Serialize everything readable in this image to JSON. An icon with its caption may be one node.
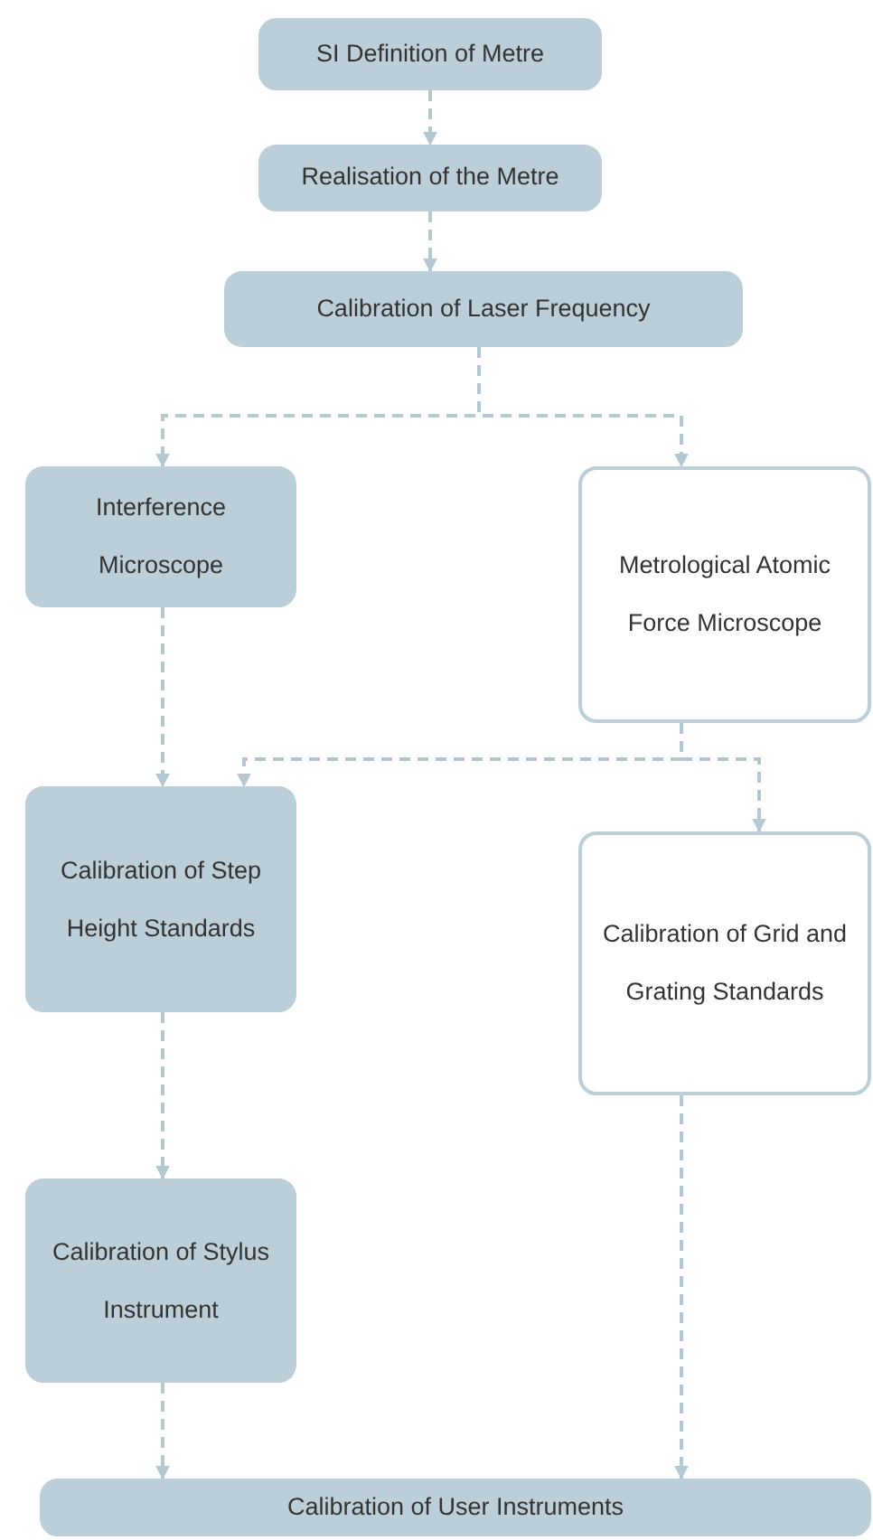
{
  "diagram": {
    "nodes": [
      {
        "text": [
          "SI Definition of Metre"
        ]
      },
      {
        "text": [
          "Realisation of the Metre"
        ]
      },
      {
        "text": [
          "Calibration of Laser Frequency"
        ]
      },
      {
        "text": [
          "Interference Microscope"
        ]
      },
      {
        "text": [
          "Metrological Atomic Force Microscope"
        ]
      },
      {
        "text": [
          "Calibration of Step Height Standards"
        ]
      },
      {
        "text": [
          "Calibration of Grid and Grating Standards"
        ]
      },
      {
        "text": [
          "Calibration of Stylus Instrument"
        ]
      },
      {
        "text": [
          "Calibration of User Instruments"
        ]
      }
    ],
    "edges": [
      {
        "from": 0,
        "to": 1,
        "arrow": "to",
        "style": "dashed"
      },
      {
        "from": 1,
        "to": 2,
        "arrow": "to",
        "style": "dashed"
      },
      {
        "from": 2,
        "to": 3,
        "arrow": "to",
        "style": "dashed"
      },
      {
        "from": 2,
        "to": 4,
        "arrow": "to",
        "style": "dashed"
      },
      {
        "from": 3,
        "to": 5,
        "arrow": "to",
        "style": "dashed"
      },
      {
        "from": 4,
        "to": 5,
        "arrow": "to",
        "style": "dashed"
      },
      {
        "from": 4,
        "to": 6,
        "arrow": "to",
        "style": "dashed"
      },
      {
        "from": 5,
        "to": 7,
        "arrow": "to",
        "style": "dashed"
      },
      {
        "from": 7,
        "to": 8,
        "arrow": "to",
        "style": "dashed"
      },
      {
        "from": 6,
        "to": 8,
        "arrow": "to",
        "style": "dashed"
      }
    ]
  }
}
